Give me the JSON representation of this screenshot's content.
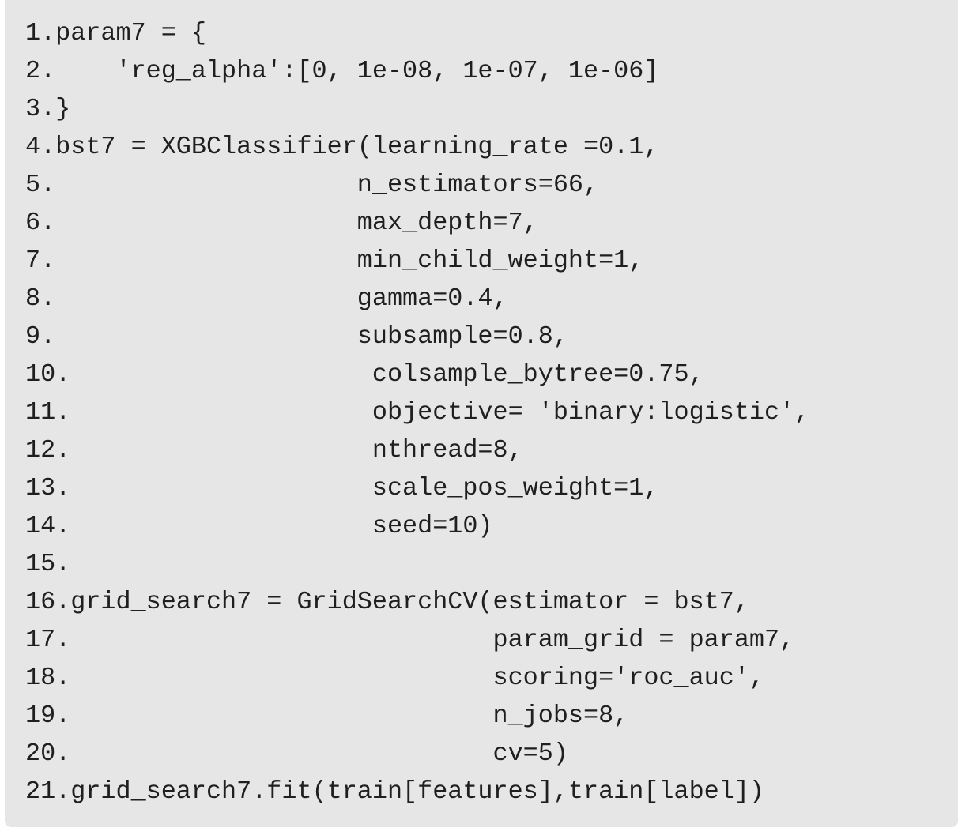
{
  "code_lines": [
    "1.param7 = {",
    "2.    'reg_alpha':[0, 1e-08, 1e-07, 1e-06]",
    "3.}",
    "4.bst7 = XGBClassifier(learning_rate =0.1,",
    "5.                    n_estimators=66,",
    "6.                    max_depth=7,",
    "7.                    min_child_weight=1,",
    "8.                    gamma=0.4,",
    "9.                    subsample=0.8,",
    "10.                    colsample_bytree=0.75,",
    "11.                    objective= 'binary:logistic',",
    "12.                    nthread=8,",
    "13.                    scale_pos_weight=1,",
    "14.                    seed=10)",
    "15.",
    "16.grid_search7 = GridSearchCV(estimator = bst7,",
    "17.                            param_grid = param7,",
    "18.                            scoring='roc_auc',",
    "19.                            n_jobs=8,",
    "20.                            cv=5)",
    "21.grid_search7.fit(train[features],train[label])"
  ]
}
